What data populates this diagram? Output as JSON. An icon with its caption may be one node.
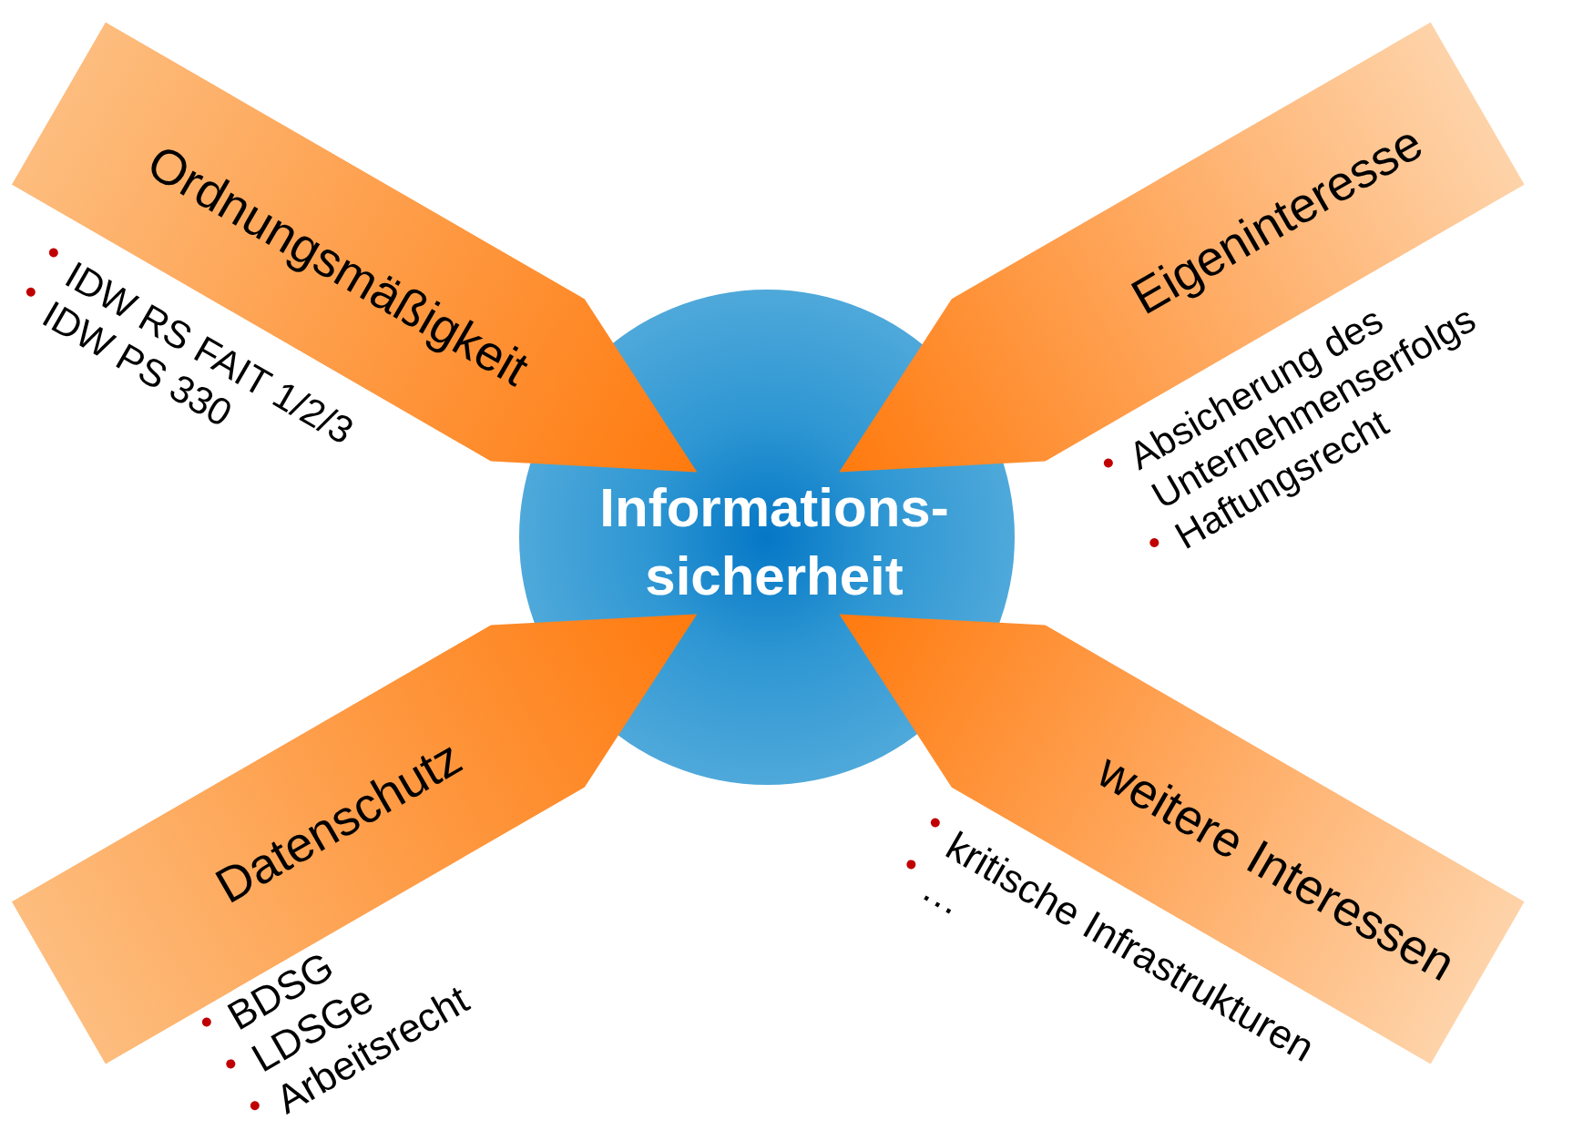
{
  "diagram": {
    "nodes": [
      {
        "text": [
          "Informations- sicherheit"
        ]
      },
      {
        "text": [
          "Ordnungsmäßigkeit"
        ],
        "beside": [
          "IDW RS FAIT 1/2/3",
          "IDW PS 330"
        ]
      },
      {
        "text": [
          "Eigeninteresse"
        ],
        "beside": [
          "Absicherung des Unternehmenserfolgs",
          "Haftungsrecht"
        ]
      },
      {
        "text": [
          "Datenschutz"
        ],
        "beside": [
          "BDSG",
          "LDSGe",
          "Arbeitsrecht"
        ]
      },
      {
        "text": [
          "weitere Interessen"
        ],
        "beside": [
          "kritische Infrastrukturen",
          "…"
        ]
      }
    ]
  }
}
